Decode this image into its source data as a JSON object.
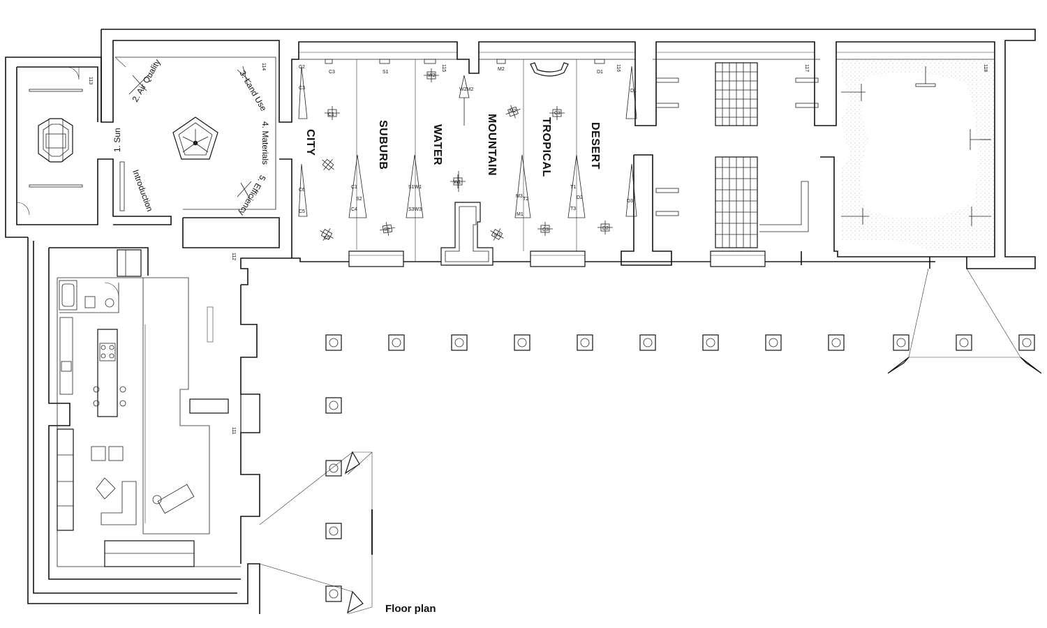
{
  "diagram": {
    "title": "Floor plan",
    "zones": [
      "CITY",
      "SUBURB",
      "WATER",
      "MOUNTAIN",
      "TROPICAL",
      "DESERT"
    ],
    "intro_stations": [
      "1. Sun",
      "2. Air Quality",
      "3. Land Use",
      "4. Materials",
      "5. Efficiency",
      "Introduction"
    ],
    "room_numbers": [
      "111",
      "112",
      "113",
      "114",
      "115",
      "116",
      "117",
      "118"
    ],
    "exhibit_tags": {
      "city": [
        "C2",
        "C3",
        "C3",
        "C6",
        "C5",
        "C1",
        "C4",
        "C1",
        "C5"
      ],
      "suburb": [
        "S1",
        "S2",
        "S2"
      ],
      "water": [
        "W2",
        "S1W1",
        "S3W3",
        "W1"
      ],
      "mountain": [
        "M2",
        "W2M2",
        "M2",
        "M3",
        "M1",
        "M1"
      ],
      "tropical": [
        "C3",
        "T2",
        "C3"
      ],
      "desert": [
        "D1",
        "D1",
        "T1",
        "D2",
        "T3",
        "D2",
        "D3"
      ]
    }
  }
}
